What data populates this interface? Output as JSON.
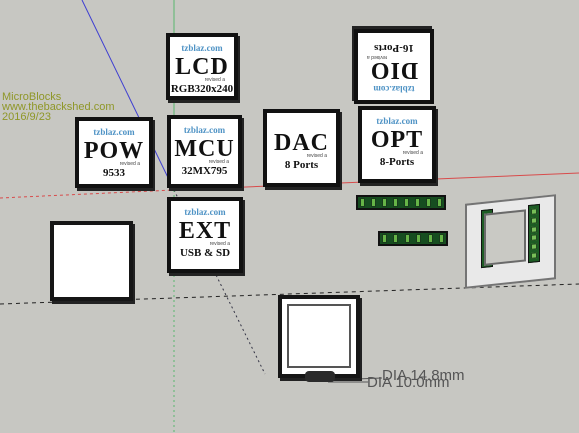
{
  "watermark": {
    "line1": "MicroBlocks",
    "line2": "www.thebackshed.com",
    "line3": "2016/9/23"
  },
  "modules": {
    "lcd": {
      "brand": "tzblaz.com",
      "title": "LCD",
      "subtitle": "RGB320x240",
      "tiny": "revised a"
    },
    "dio": {
      "brand": "tzblaz.com",
      "title": "DIO",
      "subtitle": "16-Ports",
      "tiny": "revised a"
    },
    "pow": {
      "brand": "tzblaz.com",
      "title": "POW",
      "subtitle": "9533",
      "tiny": "revised a"
    },
    "mcu": {
      "brand": "tzblaz.com",
      "title": "MCU",
      "subtitle": "32MX795",
      "tiny": "revised a"
    },
    "dac": {
      "brand": "",
      "title": "DAC",
      "subtitle": "8 Ports",
      "tiny": "revised a"
    },
    "opt": {
      "brand": "tzblaz.com",
      "title": "OPT",
      "subtitle": "8-Ports",
      "tiny": "revised a"
    },
    "ext": {
      "brand": "tzblaz.com",
      "title": "EXT",
      "subtitle": "USB & SD",
      "tiny": "revised a"
    }
  },
  "dimensions": {
    "outer": "DIA 14.8mm",
    "inner": "DIA 10.0mm"
  },
  "colors": {
    "background": "#c7c7c2",
    "axis_green": "#58b76f",
    "axis_red": "#d84b4b",
    "axis_blue": "#3f3fd1",
    "terminal_green": "#164d20",
    "brand_blue": "#4f93c5"
  }
}
